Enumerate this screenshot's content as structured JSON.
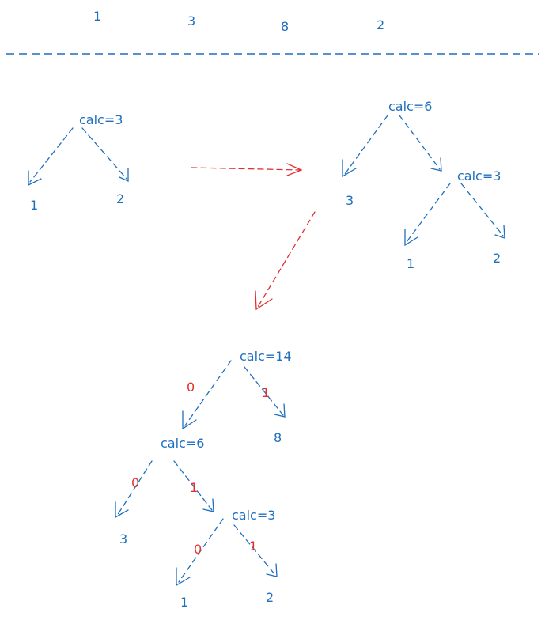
{
  "colors": {
    "ink": "#1f6fbf",
    "accent": "#e03131"
  },
  "input_values": [
    "1",
    "3",
    "8",
    "2"
  ],
  "step1": {
    "root": "calc=3",
    "left": "1",
    "right": "2"
  },
  "step2": {
    "root": "calc=6",
    "left": "3",
    "sub": {
      "root": "calc=3",
      "left": "1",
      "right": "2"
    }
  },
  "step3": {
    "root": "calc=14",
    "root_left_bit": "0",
    "root_right_bit": "1",
    "right_leaf": "8",
    "mid": {
      "root": "calc=6",
      "left_bit": "0",
      "right_bit": "1",
      "left_leaf": "3"
    },
    "low": {
      "root": "calc=3",
      "left_bit": "0",
      "right_bit": "1",
      "left_leaf": "1",
      "right_leaf": "2"
    }
  }
}
